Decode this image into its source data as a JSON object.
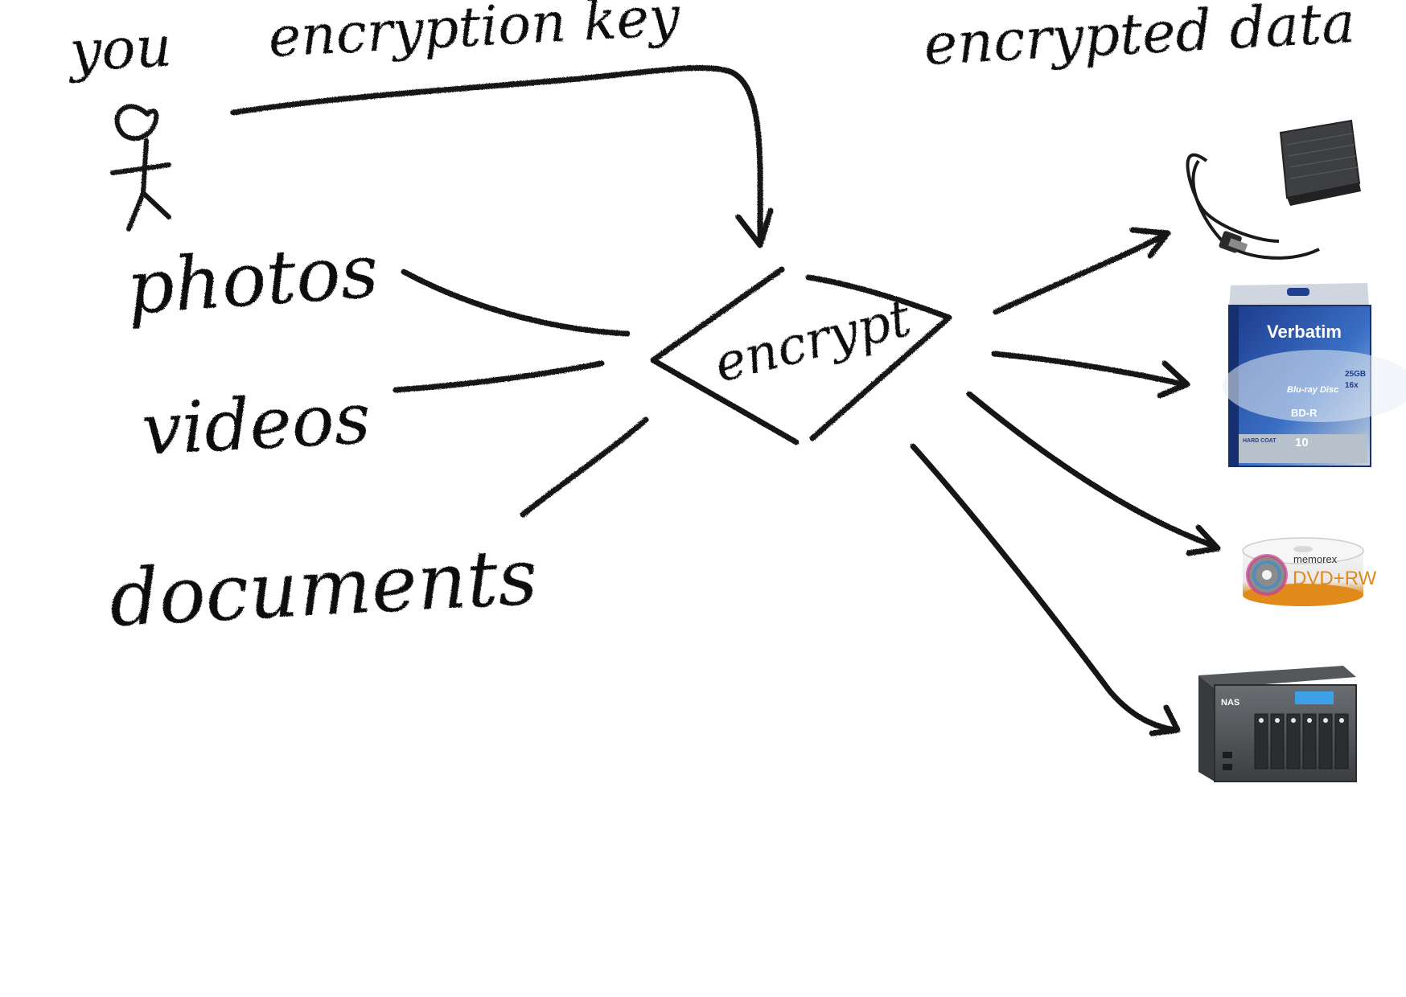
{
  "diagram": {
    "labels": {
      "you": "you",
      "encryption_key": "encryption key",
      "encrypted_data": "encrypted data",
      "encrypt": "encrypt"
    },
    "inputs": [
      {
        "id": "photos",
        "label": "photos"
      },
      {
        "id": "videos",
        "label": "videos"
      },
      {
        "id": "documents",
        "label": "documents"
      }
    ],
    "outputs": [
      {
        "id": "external-hard-drive",
        "icon": "external-hard-drive-icon"
      },
      {
        "id": "bluray-disc-pack",
        "icon": "bluray-disc-icon",
        "brand": "Verbatim",
        "logo": "Blu-ray Disc",
        "format": "BD-R",
        "count": "10",
        "capacity": "25GB",
        "speed": "16x",
        "badge": "HARD COAT"
      },
      {
        "id": "dvd-spindle",
        "icon": "dvd-spindle-icon",
        "brand": "memorex",
        "format": "DVD+RW"
      },
      {
        "id": "nas-server",
        "icon": "nas-server-icon",
        "label": "NAS"
      }
    ],
    "colors": {
      "ink": "#141414",
      "background": "#ffffff",
      "verbatim_blue": "#1f3f8f",
      "dvd_orange": "#e08a1c",
      "nas_gray": "#4a4d50"
    }
  }
}
